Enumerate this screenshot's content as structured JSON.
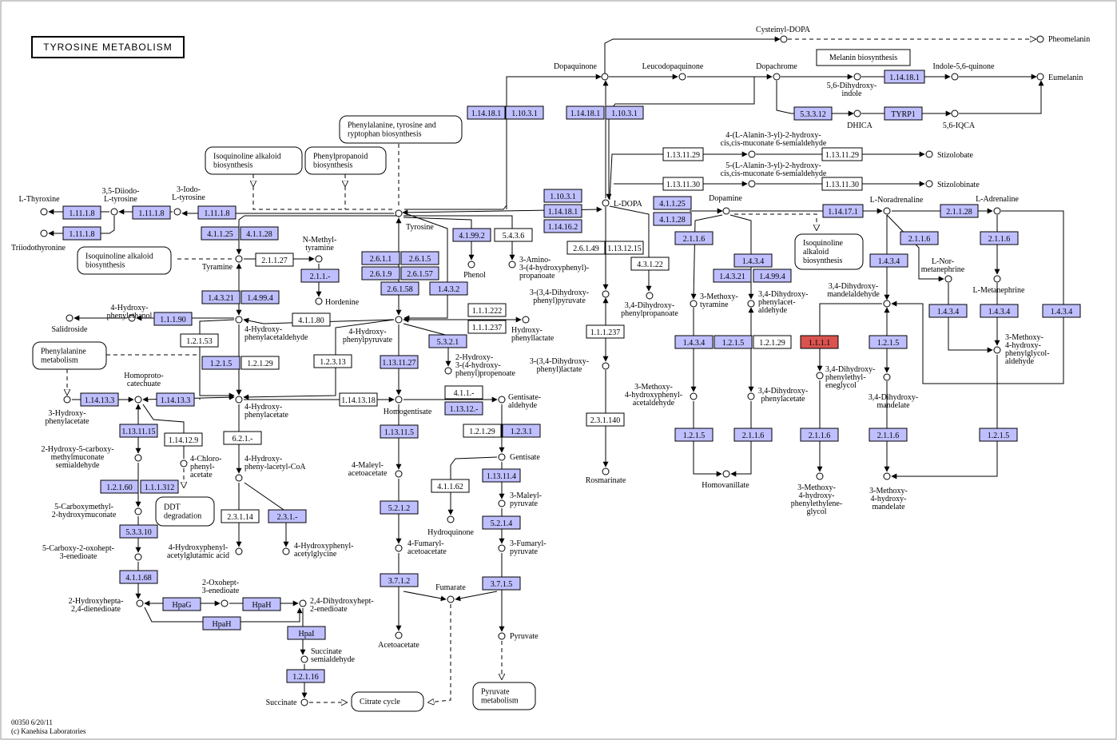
{
  "title": "TYROSINE METABOLISM",
  "footer": [
    "00350 6/20/11",
    "(c) Kanehisa Laboratories"
  ],
  "colors": {
    "enzyme": "#bfbfff",
    "highlight": "#d9534f",
    "line": "#000000",
    "background": "#ffffff"
  },
  "compounds": [
    {
      "id": "cysteinyl_dopa",
      "label": [
        "Cysteinyl-DOPA"
      ]
    },
    {
      "id": "pheomelanin",
      "label": [
        "Pheomelanin"
      ]
    },
    {
      "id": "dopaquinone",
      "label": [
        "Dopaquinone"
      ]
    },
    {
      "id": "leucodopaquinone",
      "label": [
        "Leucodopaquinone"
      ]
    },
    {
      "id": "dopachrome",
      "label": [
        "Dopachrome"
      ]
    },
    {
      "id": "indole56quinone",
      "label": [
        "Indole-5,6-quinone"
      ]
    },
    {
      "id": "eumelanin",
      "label": [
        "Eumelanin"
      ]
    },
    {
      "id": "dhi",
      "label": [
        "5,6-Dihydroxy-",
        "indole"
      ]
    },
    {
      "id": "dhica",
      "label": [
        "DHICA"
      ]
    },
    {
      "id": "iqca",
      "label": [
        "5,6-IQCA"
      ]
    },
    {
      "id": "alanin4",
      "label": [
        "4-(L-Alanin-3-yl)-2-hydroxy-",
        "cis,cis-muconate 6-semialdehyde"
      ]
    },
    {
      "id": "stizolobate",
      "label": [
        "Stizolobate"
      ]
    },
    {
      "id": "alanin5",
      "label": [
        "5-(L-Alanin-3-yl)-2-hydroxy-",
        "cis,cis-muconate 6-semialdehyde"
      ]
    },
    {
      "id": "stizolobinate",
      "label": [
        "Stizolobinate"
      ]
    },
    {
      "id": "ldopa",
      "label": [
        "L-DOPA"
      ]
    },
    {
      "id": "dopamine",
      "label": [
        "Dopamine"
      ]
    },
    {
      "id": "lnoradrenaline",
      "label": [
        "L-Noradrenaline"
      ]
    },
    {
      "id": "ladrenaline",
      "label": [
        "L-Adrenaline"
      ]
    },
    {
      "id": "lthyroxine",
      "label": [
        "L-Thyroxine"
      ]
    },
    {
      "id": "diiodo",
      "label": [
        "3,5-Diiodo-",
        "L-tyrosine"
      ]
    },
    {
      "id": "iodo",
      "label": [
        "3-Iodo-",
        "L-tyrosine"
      ]
    },
    {
      "id": "triiodothyronine",
      "label": [
        "Triiodothyronine"
      ]
    },
    {
      "id": "tyrosine",
      "label": [
        "Tyrosine"
      ]
    },
    {
      "id": "phenol",
      "label": [
        "Phenol"
      ]
    },
    {
      "id": "amino_hpp",
      "label": [
        "3-Amino-",
        "3-(4-hydroxyphenyl)-",
        "propanoate"
      ]
    },
    {
      "id": "tyramine",
      "label": [
        "Tyramine"
      ]
    },
    {
      "id": "nmethyltyramine",
      "label": [
        "N-Methyl-",
        "tyramine"
      ]
    },
    {
      "id": "hordenine",
      "label": [
        "Hordenine"
      ]
    },
    {
      "id": "dhpp",
      "label": [
        "3-(3,4-Dihydroxy-",
        "phenyl)pyruvate"
      ]
    },
    {
      "id": "dhpprop",
      "label": [
        "3,4-Dihydroxy-",
        "phenylpropanoate"
      ]
    },
    {
      "id": "methoxytyramine",
      "label": [
        "3-Methoxy-",
        "tyramine"
      ]
    },
    {
      "id": "dhpacetald",
      "label": [
        "3,4-Dihydroxy-",
        "phenylacet-",
        "aldehyde"
      ]
    },
    {
      "id": "lnormetanephrine",
      "label": [
        "L-Nor-",
        "metanephrine"
      ]
    },
    {
      "id": "lmetanephrine",
      "label": [
        "L-Metanephrine"
      ]
    },
    {
      "id": "dhmandelald",
      "label": [
        "3,4-Dihydroxy-",
        "mandelaldehyde"
      ]
    },
    {
      "id": "hphenylethanol",
      "label": [
        "4-Hydroxy-",
        "phenylethanol"
      ]
    },
    {
      "id": "salidroside",
      "label": [
        "Salidroside"
      ]
    },
    {
      "id": "hphenylacetald",
      "label": [
        "4-Hydroxy-",
        "phenylacetaldehyde"
      ]
    },
    {
      "id": "hpp",
      "label": [
        "4-Hydroxy-",
        "phenylpyruvate"
      ]
    },
    {
      "id": "hphenyllactate",
      "label": [
        "Hydroxy-",
        "phenyllactate"
      ]
    },
    {
      "id": "hydroxy_dhpprop",
      "label": [
        "2-Hydroxy-",
        "3-(4-hydroxy-",
        "phenyl)propenoate"
      ]
    },
    {
      "id": "dhp_lactate",
      "label": [
        "3-(3,4-Dihydroxy-",
        "phenyl)lactate"
      ]
    },
    {
      "id": "methoxy_hpacetald",
      "label": [
        "3-Methoxy-",
        "4-hydroxyphenyl-",
        "acetaldehyde"
      ]
    },
    {
      "id": "dhpacetate",
      "label": [
        "3,4-Dihydroxy-",
        "phenylacetate"
      ]
    },
    {
      "id": "dhpeglycol",
      "label": [
        "3,4-Dihydroxy-",
        "phenylethyl-",
        "eneglycol"
      ]
    },
    {
      "id": "dhmandelate",
      "label": [
        "3,4-Dihydroxy-",
        "mandelate"
      ]
    },
    {
      "id": "mhpglycolald",
      "label": [
        "3-Methoxy-",
        "4-hydroxy-",
        "phenylglycol-",
        "aldehyde"
      ]
    },
    {
      "id": "homovanillate",
      "label": [
        "Homovanillate"
      ]
    },
    {
      "id": "rosmarinate",
      "label": [
        "Rosmarinate"
      ]
    },
    {
      "id": "mhpeglycol",
      "label": [
        "3-Methoxy-",
        "4-hydroxy-",
        "phenylethylene-",
        "glycol"
      ]
    },
    {
      "id": "mhmandelate",
      "label": [
        "3-Methoxy-",
        "4-hydroxy-",
        "mandelate"
      ]
    },
    {
      "id": "hydroxyphenylacetate3",
      "label": [
        "3-Hydroxy-",
        "phenylacetate"
      ]
    },
    {
      "id": "homoprotocatechuate",
      "label": [
        "Homoproto-",
        "catechuate"
      ]
    },
    {
      "id": "hpacetate",
      "label": [
        "4-Hydroxy-",
        "phenylacetate"
      ]
    },
    {
      "id": "homogentisate",
      "label": [
        "Homogentisate"
      ]
    },
    {
      "id": "gentisate_ald",
      "label": [
        "Gentisate-",
        "aldehyde"
      ]
    },
    {
      "id": "hmsemialdehyde",
      "label": [
        "2-Hydroxy-5-carboxy-",
        "methylmuconate",
        "semialdehyde"
      ]
    },
    {
      "id": "chlorophenylacetate",
      "label": [
        "4-Chloro-",
        "phenyl-",
        "acetate"
      ]
    },
    {
      "id": "hpacetylcoa",
      "label": [
        "4-Hydroxy-",
        "pheny-lacetyl-CoA"
      ]
    },
    {
      "id": "gentisate",
      "label": [
        "Gentisate"
      ]
    },
    {
      "id": "carboxymethyl",
      "label": [
        "5-Carboxymethyl-",
        "2-hydroxymuconate"
      ]
    },
    {
      "id": "maleylacetoacetate",
      "label": [
        "4-Maleyl-",
        "acetoacetate"
      ]
    },
    {
      "id": "hydroquinone",
      "label": [
        "Hydroquinone"
      ]
    },
    {
      "id": "maleylpyruvate",
      "label": [
        "3-Maleyl-",
        "pyruvate"
      ]
    },
    {
      "id": "carboxyoxohept",
      "label": [
        "5-Carboxy-2-oxohept-",
        "3-enedioate"
      ]
    },
    {
      "id": "hpacetylglutamic",
      "label": [
        "4-Hydroxyphenyl-",
        "acetylglutamic acid"
      ]
    },
    {
      "id": "hpacetylglycine",
      "label": [
        "4-Hydroxyphenyl-",
        "acetylglycine"
      ]
    },
    {
      "id": "fumarylacetoacetate",
      "label": [
        "4-Fumaryl-",
        "acetoacetate"
      ]
    },
    {
      "id": "fumarylpyruvate",
      "label": [
        "3-Fumaryl-",
        "pyruvate"
      ]
    },
    {
      "id": "oxohept",
      "label": [
        "2-Oxohept-",
        "3-enedioate"
      ]
    },
    {
      "id": "dihydroxyhepta",
      "label": [
        "2-Hydroxyhepta-",
        "2,4-dienedioate"
      ]
    },
    {
      "id": "dihydroxyhept",
      "label": [
        "2,4-Dihydroxyhept-",
        "2-enedioate"
      ]
    },
    {
      "id": "fumarate",
      "label": [
        "Fumarate"
      ]
    },
    {
      "id": "acetoacetate",
      "label": [
        "Acetoacetate"
      ]
    },
    {
      "id": "pyruvate",
      "label": [
        "Pyruvate"
      ]
    },
    {
      "id": "succsemialdehyde",
      "label": [
        "Succinate",
        "semialdehyde"
      ]
    },
    {
      "id": "succinate",
      "label": [
        "Succinate"
      ]
    }
  ],
  "enzymes": [
    {
      "id": "e_1_14_18_1_a",
      "label": "1.14.18.1",
      "kind": "blue"
    },
    {
      "id": "e_1_10_3_1_a",
      "label": "1.10.3.1",
      "kind": "blue"
    },
    {
      "id": "e_1_14_18_1_b",
      "label": "1.14.18.1",
      "kind": "blue"
    },
    {
      "id": "e_1_10_3_1_b",
      "label": "1.10.3.1",
      "kind": "blue"
    },
    {
      "id": "e_1_14_18_1_c",
      "label": "1.14.18.1",
      "kind": "blue"
    },
    {
      "id": "e_5_3_3_12",
      "label": "5.3.3.12",
      "kind": "blue"
    },
    {
      "id": "e_tyrp1",
      "label": "TYRP1",
      "kind": "blue"
    },
    {
      "id": "e_1_13_11_29_a",
      "label": "1.13.11.29",
      "kind": "white"
    },
    {
      "id": "e_1_13_11_29_b",
      "label": "1.13.11.29",
      "kind": "white"
    },
    {
      "id": "e_1_13_11_30_a",
      "label": "1.13.11.30",
      "kind": "white"
    },
    {
      "id": "e_1_13_11_30_b",
      "label": "1.13.11.30",
      "kind": "white"
    },
    {
      "id": "e_1_10_3_1_c",
      "label": "1.10.3.1",
      "kind": "blue"
    },
    {
      "id": "e_1_14_18_1_d",
      "label": "1.14.18.1",
      "kind": "blue"
    },
    {
      "id": "e_1_14_16_2",
      "label": "1.14.16.2",
      "kind": "blue"
    },
    {
      "id": "e_4_1_1_25_a",
      "label": "4.1.1.25",
      "kind": "blue"
    },
    {
      "id": "e_4_1_1_28_a",
      "label": "4.1.1.28",
      "kind": "blue"
    },
    {
      "id": "e_1_14_17_1",
      "label": "1.14.17.1",
      "kind": "blue"
    },
    {
      "id": "e_2_1_1_28",
      "label": "2.1.1.28",
      "kind": "blue"
    },
    {
      "id": "e_1_11_1_8_a",
      "label": "1.11.1.8",
      "kind": "blue"
    },
    {
      "id": "e_1_11_1_8_b",
      "label": "1.11.1.8",
      "kind": "blue"
    },
    {
      "id": "e_1_11_1_8_c",
      "label": "1.11.1.8",
      "kind": "blue"
    },
    {
      "id": "e_1_11_1_8_d",
      "label": "1.11.1.8",
      "kind": "blue"
    },
    {
      "id": "e_4_1_1_25_b",
      "label": "4.1.1.25",
      "kind": "blue"
    },
    {
      "id": "e_4_1_1_28_b",
      "label": "4.1.1.28",
      "kind": "blue"
    },
    {
      "id": "e_4_1_99_2",
      "label": "4.1.99.2",
      "kind": "blue"
    },
    {
      "id": "e_5_4_3_6",
      "label": "5.4.3.6",
      "kind": "white"
    },
    {
      "id": "e_2_1_1_27",
      "label": "2.1.1.27",
      "kind": "white"
    },
    {
      "id": "e_2_1_1_x",
      "label": "2.1.1.-",
      "kind": "blue"
    },
    {
      "id": "e_2_6_1_1",
      "label": "2.6.1.1",
      "kind": "blue"
    },
    {
      "id": "e_2_6_1_5",
      "label": "2.6.1.5",
      "kind": "blue"
    },
    {
      "id": "e_2_6_1_9",
      "label": "2.6.1.9",
      "kind": "blue"
    },
    {
      "id": "e_2_6_1_57",
      "label": "2.6.1.57",
      "kind": "blue"
    },
    {
      "id": "e_2_6_1_58",
      "label": "2.6.1.58",
      "kind": "blue"
    },
    {
      "id": "e_1_4_3_2",
      "label": "1.4.3.2",
      "kind": "blue"
    },
    {
      "id": "e_2_6_1_49",
      "label": "2.6.1.49",
      "kind": "white"
    },
    {
      "id": "e_1_13_12_15",
      "label": "1.13.12.15",
      "kind": "white"
    },
    {
      "id": "e_4_3_1_22",
      "label": "4.3.1.22",
      "kind": "white"
    },
    {
      "id": "e_2_1_1_6_a",
      "label": "2.1.1.6",
      "kind": "blue"
    },
    {
      "id": "e_1_4_3_4_a",
      "label": "1.4.3.4",
      "kind": "blue"
    },
    {
      "id": "e_1_4_3_21_a",
      "label": "1.4.3.21",
      "kind": "blue"
    },
    {
      "id": "e_1_4_99_4_a",
      "label": "1.4.99.4",
      "kind": "blue"
    },
    {
      "id": "e_2_1_1_6_b",
      "label": "2.1.1.6",
      "kind": "blue"
    },
    {
      "id": "e_1_4_3_4_b",
      "label": "1.4.3.4",
      "kind": "blue"
    },
    {
      "id": "e_2_1_1_6_c",
      "label": "2.1.1.6",
      "kind": "blue"
    },
    {
      "id": "e_1_4_3_4_c",
      "label": "1.4.3.4",
      "kind": "blue"
    },
    {
      "id": "e_1_4_3_4_d",
      "label": "1.4.3.4",
      "kind": "blue"
    },
    {
      "id": "e_1_4_3_4_e",
      "label": "1.4.3.4",
      "kind": "blue"
    },
    {
      "id": "e_1_4_3_4_f",
      "label": "1.4.3.4",
      "kind": "blue"
    },
    {
      "id": "e_1_4_3_21_b",
      "label": "1.4.3.21",
      "kind": "blue"
    },
    {
      "id": "e_1_4_99_4_b",
      "label": "1.4.99.4",
      "kind": "blue"
    },
    {
      "id": "e_1_1_1_90",
      "label": "1.1.1.90",
      "kind": "blue"
    },
    {
      "id": "e_4_1_1_80",
      "label": "4.1.1.80",
      "kind": "white"
    },
    {
      "id": "e_1_2_1_53",
      "label": "1.2.1.53",
      "kind": "white"
    },
    {
      "id": "e_1_2_1_5_a",
      "label": "1.2.1.5",
      "kind": "blue"
    },
    {
      "id": "e_1_2_1_29_a",
      "label": "1.2.1.29",
      "kind": "white"
    },
    {
      "id": "e_1_2_3_13",
      "label": "1.2.3.13",
      "kind": "white"
    },
    {
      "id": "e_1_1_1_222",
      "label": "1.1.1.222",
      "kind": "white"
    },
    {
      "id": "e_1_1_1_237_a",
      "label": "1.1.1.237",
      "kind": "white"
    },
    {
      "id": "e_5_3_2_1",
      "label": "5.3.2.1",
      "kind": "blue"
    },
    {
      "id": "e_1_1_1_237_b",
      "label": "1.1.1.237",
      "kind": "white"
    },
    {
      "id": "e_1_2_1_5_b",
      "label": "1.2.1.5",
      "kind": "blue"
    },
    {
      "id": "e_1_2_1_29_b",
      "label": "1.2.1.29",
      "kind": "white"
    },
    {
      "id": "e_1_1_1_1",
      "label": "1.1.1.1",
      "kind": "red"
    },
    {
      "id": "e_1_2_1_5_c",
      "label": "1.2.1.5",
      "kind": "blue"
    },
    {
      "id": "e_1_13_11_27",
      "label": "1.13.11.27",
      "kind": "blue"
    },
    {
      "id": "e_1_14_13_3_a",
      "label": "1.14.13.3",
      "kind": "blue"
    },
    {
      "id": "e_1_14_13_3_b",
      "label": "1.14.13.3",
      "kind": "blue"
    },
    {
      "id": "e_1_14_13_18",
      "label": "1.14.13.18",
      "kind": "white"
    },
    {
      "id": "e_4_1_1_x",
      "label": "4.1.1.-",
      "kind": "white"
    },
    {
      "id": "e_1_13_12_x",
      "label": "1.13.12.-",
      "kind": "blue"
    },
    {
      "id": "e_1_13_11_15",
      "label": "1.13.11.15",
      "kind": "blue"
    },
    {
      "id": "e_1_14_12_9",
      "label": "1.14.12.9",
      "kind": "white"
    },
    {
      "id": "e_6_2_1_x",
      "label": "6.2.1.-",
      "kind": "white"
    },
    {
      "id": "e_1_13_11_5",
      "label": "1.13.11.5",
      "kind": "blue"
    },
    {
      "id": "e_1_2_1_29_c",
      "label": "1.2.1.29",
      "kind": "white"
    },
    {
      "id": "e_1_2_3_1",
      "label": "1.2.3.1",
      "kind": "blue"
    },
    {
      "id": "e_2_3_1_140",
      "label": "2.3.1.140",
      "kind": "white"
    },
    {
      "id": "e_1_2_1_5_d",
      "label": "1.2.1.5",
      "kind": "blue"
    },
    {
      "id": "e_2_1_1_6_d",
      "label": "2.1.1.6",
      "kind": "blue"
    },
    {
      "id": "e_2_1_1_6_e",
      "label": "2.1.1.6",
      "kind": "blue"
    },
    {
      "id": "e_2_1_1_6_f",
      "label": "2.1.1.6",
      "kind": "blue"
    },
    {
      "id": "e_1_2_1_5_e",
      "label": "1.2.1.5",
      "kind": "blue"
    },
    {
      "id": "e_1_2_1_60",
      "label": "1.2.1.60",
      "kind": "blue"
    },
    {
      "id": "e_1_1_1_312",
      "label": "1.1.1.312",
      "kind": "blue"
    },
    {
      "id": "e_4_1_1_62",
      "label": "4.1.1.62",
      "kind": "white"
    },
    {
      "id": "e_1_13_11_4",
      "label": "1.13.11.4",
      "kind": "blue"
    },
    {
      "id": "e_2_3_1_14",
      "label": "2.3.1.14",
      "kind": "white"
    },
    {
      "id": "e_2_3_1_x",
      "label": "2.3.1.-",
      "kind": "blue"
    },
    {
      "id": "e_5_3_3_10",
      "label": "5.3.3.10",
      "kind": "blue"
    },
    {
      "id": "e_5_2_1_2_a",
      "label": "5.2.1.2",
      "kind": "blue"
    },
    {
      "id": "e_5_2_1_4",
      "label": "5.2.1.4",
      "kind": "blue"
    },
    {
      "id": "e_4_1_1_68",
      "label": "4.1.1.68",
      "kind": "blue"
    },
    {
      "id": "e_3_7_1_2",
      "label": "3.7.1.2",
      "kind": "blue"
    },
    {
      "id": "e_3_7_1_5",
      "label": "3.7.1.5",
      "kind": "blue"
    },
    {
      "id": "e_hpag",
      "label": "HpaG",
      "kind": "blue"
    },
    {
      "id": "e_hpah_a",
      "label": "HpaH",
      "kind": "blue"
    },
    {
      "id": "e_hpah_b",
      "label": "HpaH",
      "kind": "blue"
    },
    {
      "id": "e_hpai",
      "label": "HpaI",
      "kind": "blue"
    },
    {
      "id": "e_1_2_1_16",
      "label": "1.2.1.16",
      "kind": "blue"
    }
  ],
  "maps": [
    {
      "id": "melanin_biosynthesis",
      "label": [
        "Melanin biosynthesis"
      ]
    },
    {
      "id": "phe_tyr_trp",
      "label": [
        "Phenylalanine, tyrosine and",
        "ryptophan biosynthesis"
      ]
    },
    {
      "id": "isoquinoline_a",
      "label": [
        "Isoquinoline alkaloid",
        "biosynthesis"
      ]
    },
    {
      "id": "phenylpropanoid",
      "label": [
        "Phenylpropanoid",
        "biosynthesis"
      ]
    },
    {
      "id": "isoquinoline_b",
      "label": [
        "Isoquinoline alkaloid",
        "biosynthesis"
      ]
    },
    {
      "id": "isoquinoline_c",
      "label": [
        "Isoquinoline",
        "alkaloid",
        "biosynthesis"
      ]
    },
    {
      "id": "phenylalanine",
      "label": [
        "Phenylalanine",
        "metabolism"
      ]
    },
    {
      "id": "ddt",
      "label": [
        "DDT",
        "degradation"
      ]
    },
    {
      "id": "citrate",
      "label": [
        "Citrate cycle"
      ]
    },
    {
      "id": "pyruvate_met",
      "label": [
        "Pyruvate",
        "metabolism"
      ]
    }
  ]
}
